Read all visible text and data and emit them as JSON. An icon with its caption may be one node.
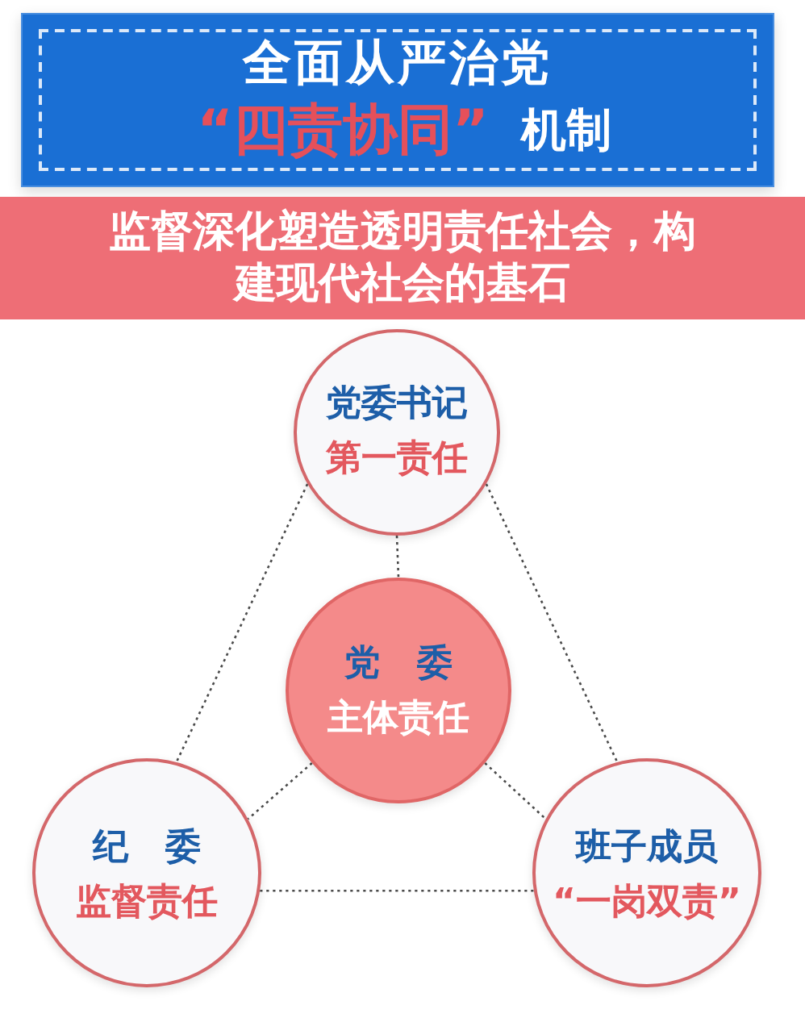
{
  "diagram": {
    "caption": "监督深化塑造透明责任社会，构建现代社会的基石",
    "nodes": [
      {
        "text": [
          "全面从严治党",
          "“四责协同”",
          "机制"
        ]
      },
      {
        "text": [
          "党委书记",
          "第一责任"
        ]
      },
      {
        "text": [
          "党 委",
          "主体责任"
        ]
      },
      {
        "text": [
          "纪 委",
          "监督责任"
        ]
      },
      {
        "text": [
          "班子成员",
          "“一岗双责”"
        ]
      }
    ],
    "edges": [
      {
        "from": 1,
        "to": 3,
        "arrow": "none",
        "style": "dashed"
      },
      {
        "from": 1,
        "to": 4,
        "arrow": "none",
        "style": "dashed"
      },
      {
        "from": 1,
        "to": 2,
        "arrow": "none",
        "style": "dashed"
      },
      {
        "from": 2,
        "to": 3,
        "arrow": "none",
        "style": "dashed"
      },
      {
        "from": 2,
        "to": 4,
        "arrow": "none",
        "style": "dashed"
      },
      {
        "from": 3,
        "to": 4,
        "arrow": "none",
        "style": "dashed"
      }
    ]
  }
}
